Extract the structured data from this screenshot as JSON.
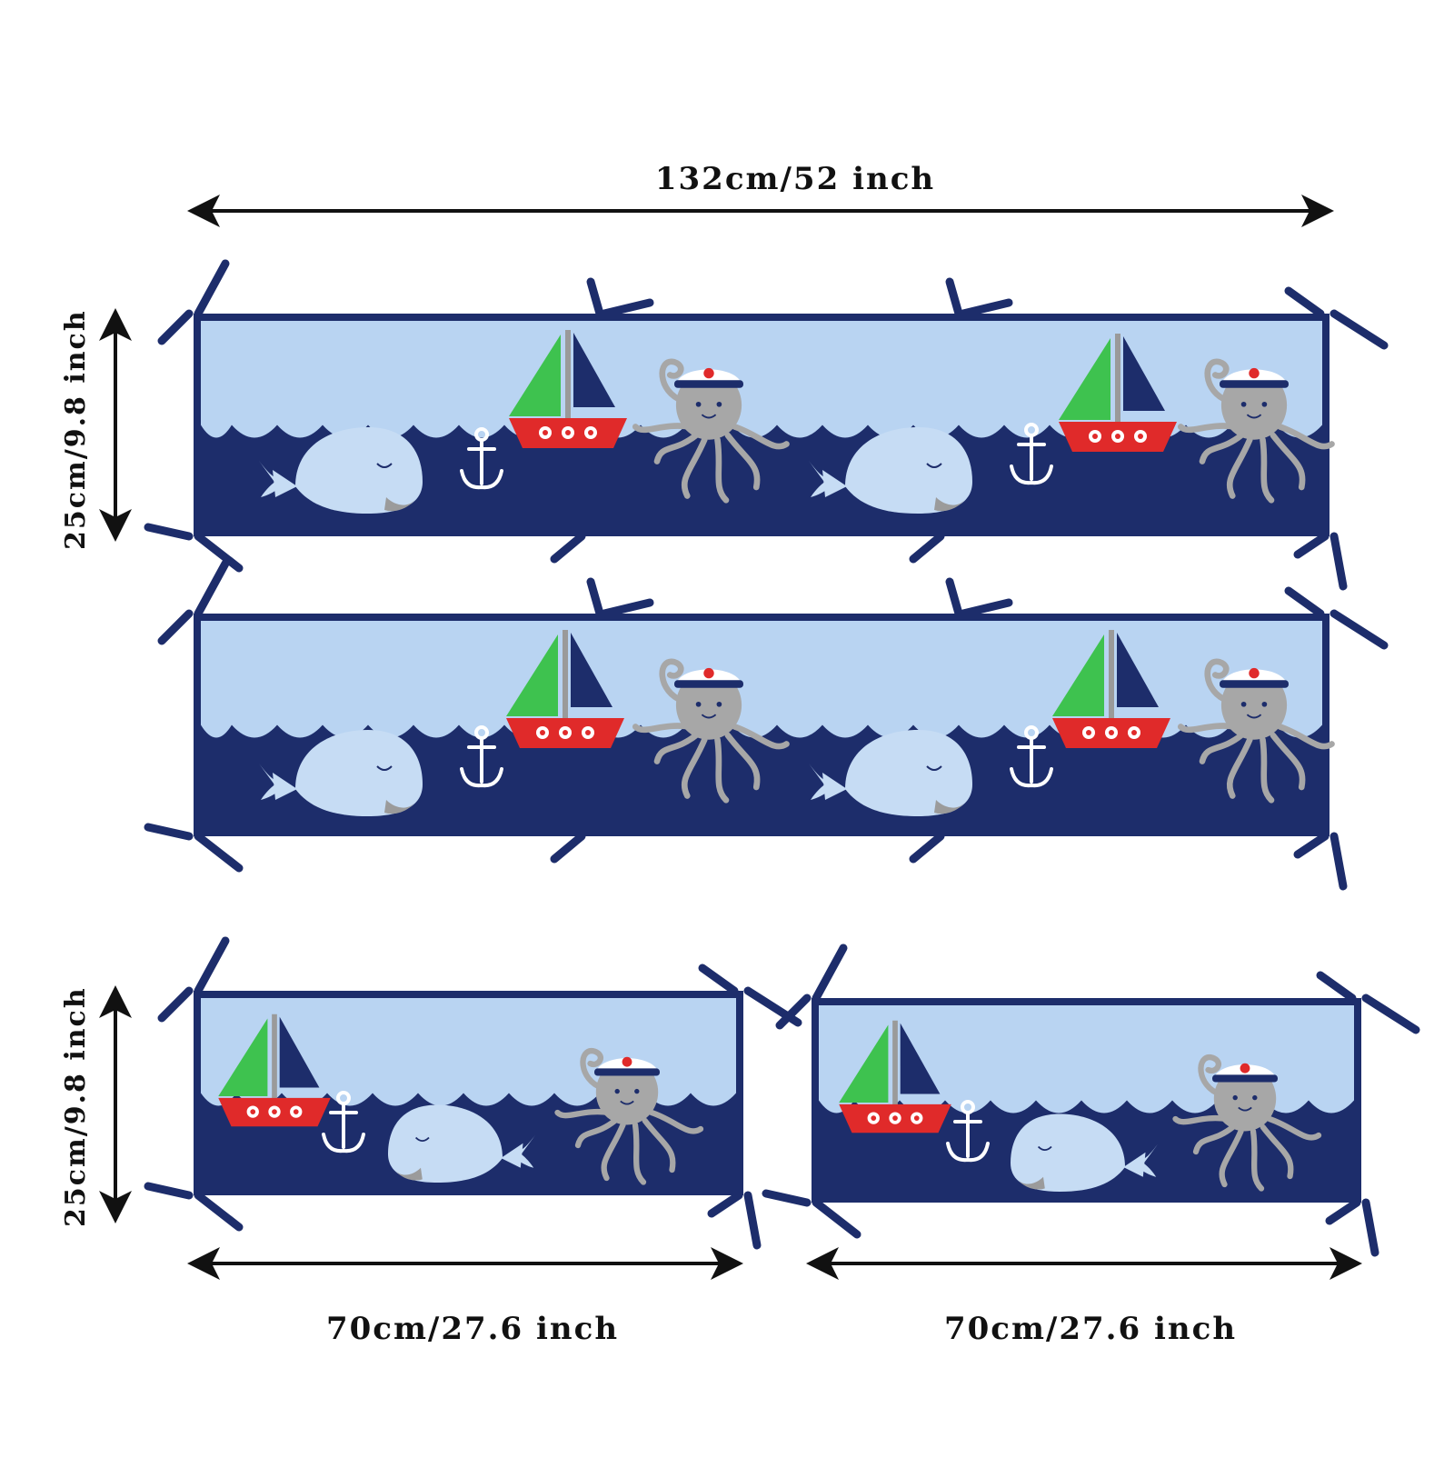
{
  "dimensions": {
    "top_width": "132cm/52 inch",
    "left_height_top": "25cm/9.8 inch",
    "left_height_bottom": "25cm/9.8 inch",
    "bottom_left_width": "70cm/27.6 inch",
    "bottom_right_width": "70cm/27.6 inch"
  },
  "colors": {
    "navy": "#1d2d6b",
    "sky": "#b9d4f2",
    "green": "#3ec24f",
    "red": "#e02a2a",
    "whale": "#c6dcf4",
    "octopus": "#a7a7a7",
    "white": "#ffffff"
  }
}
